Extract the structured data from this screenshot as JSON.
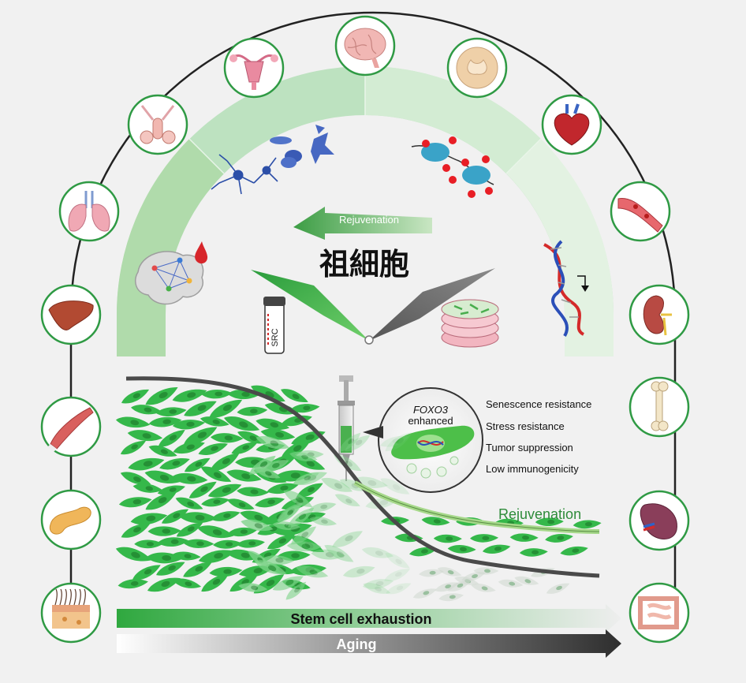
{
  "colors": {
    "background": "#f1f1f1",
    "accent_green": "#3bb54a",
    "dark_green": "#2e8b3a",
    "arc_light": "#d9eedb",
    "arc_mid": "#b9e0bd",
    "circle_border": "#2f9a44",
    "gray_arrow": "#555555"
  },
  "organs": [
    {
      "icon": "skin-icon"
    },
    {
      "icon": "pancreas-icon"
    },
    {
      "icon": "muscle-icon"
    },
    {
      "icon": "liver-icon"
    },
    {
      "icon": "lung-icon"
    },
    {
      "icon": "male-reproductive-icon"
    },
    {
      "icon": "uterus-icon"
    },
    {
      "icon": "brain-icon"
    },
    {
      "icon": "spinal-cord-icon"
    },
    {
      "icon": "heart-icon"
    },
    {
      "icon": "blood-vessel-icon"
    },
    {
      "icon": "kidney-icon"
    },
    {
      "icon": "bone-icon"
    },
    {
      "icon": "spleen-icon"
    },
    {
      "icon": "intestine-icon"
    }
  ],
  "arc": {
    "rejuvenation_label": "Rejuvenation",
    "center_title": "祖細胞",
    "vial_label": "SRC"
  },
  "injection": {
    "gene_label": "FOXO3",
    "enhanced_label": "enhanced"
  },
  "properties": [
    "Senescence resistance",
    "Stress resistance",
    "Tumor suppression",
    "Low immunogenicity"
  ],
  "curves": {
    "rejuvenation_label": "Rejuvenation"
  },
  "bars": {
    "exhaustion_label": "Stem cell exhaustion",
    "aging_label": "Aging"
  }
}
